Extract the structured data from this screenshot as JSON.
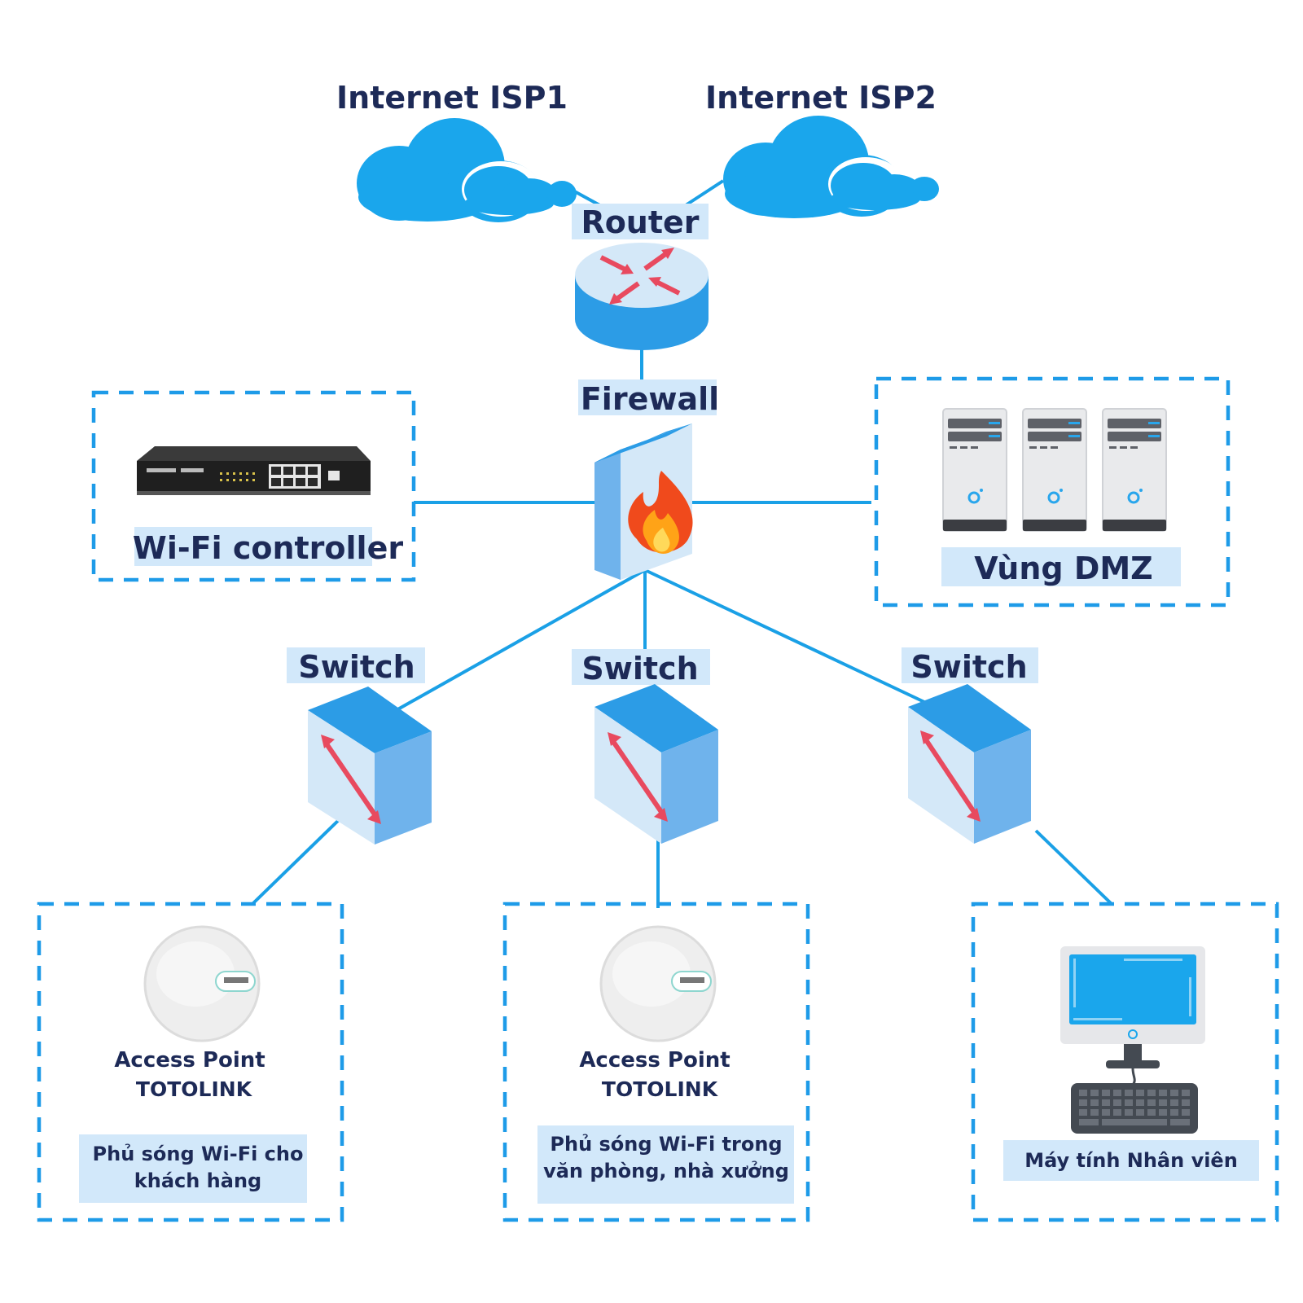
{
  "colors": {
    "line": "#1aa0e6",
    "dash": "#1e9be8",
    "label_bg": "#d2e8fa",
    "text": "#1d2a57",
    "cloud": "#1aa6ec",
    "device_top": "#2c9ce6",
    "device_front": "#d4e8f8",
    "device_side": "#6fb3ec",
    "arrow": "#e84a5f"
  },
  "clouds": [
    {
      "label": "Internet ISP1"
    },
    {
      "label": "Internet ISP2"
    }
  ],
  "router": {
    "label": "Router",
    "icon": "router-icon"
  },
  "firewall": {
    "label": "Firewall",
    "icon": "firewall-icon"
  },
  "wifi_controller": {
    "label": "Wi-Fi controller",
    "icon": "network-switch-device-icon"
  },
  "dmz": {
    "label": "Vùng DMZ",
    "icon": "server-rack-icon"
  },
  "switches": [
    {
      "label": "Switch"
    },
    {
      "label": "Switch"
    },
    {
      "label": "Switch"
    }
  ],
  "endpoints": [
    {
      "name": "Access Point",
      "brand": "TOTOLINK",
      "desc": [
        "Phủ sóng Wi-Fi cho",
        "khách hàng"
      ],
      "icon": "access-point-icon"
    },
    {
      "name": "Access Point",
      "brand": "TOTOLINK",
      "desc": [
        "Phủ sóng Wi-Fi trong",
        "văn phòng, nhà xưởng"
      ],
      "icon": "access-point-icon"
    },
    {
      "desc": [
        "Máy tính Nhân viên"
      ],
      "icon": "desktop-computer-icon"
    }
  ]
}
